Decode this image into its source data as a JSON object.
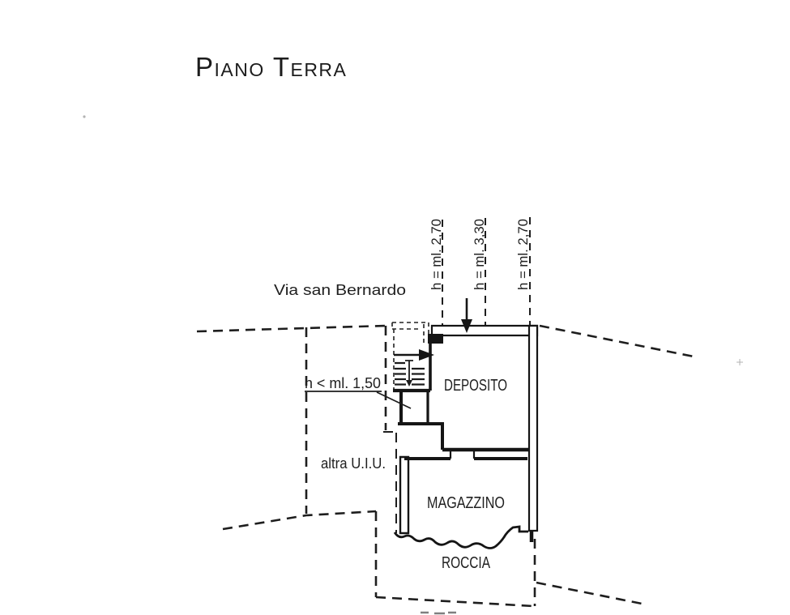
{
  "meta": {
    "ink_color": "#1f1f1f",
    "paper_color": "#ffffff"
  },
  "title": "Piano Terra",
  "annotations": {
    "street": "Via san Bernardo",
    "height_left": "h = ml. 2,70",
    "height_center": "h = ml. 3,30",
    "height_right": "h = ml. 2,70",
    "low_height": "h < ml. 1,50",
    "other_unit": "altra U.I.U."
  },
  "rooms": {
    "deposito": "DEPOSITO",
    "magazzino": "MAGAZZINO",
    "roccia": "ROCCIA"
  }
}
